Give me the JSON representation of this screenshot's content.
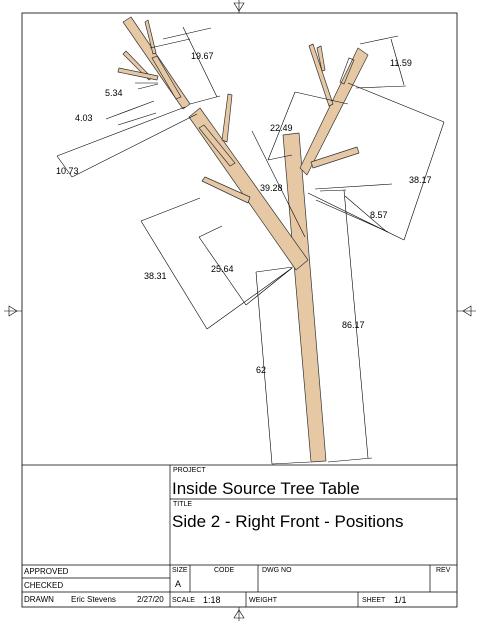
{
  "dimensions": {
    "d1": "19.67",
    "d2": "5.34",
    "d3": "4.03",
    "d4": "10.73",
    "d5": "11.59",
    "d6": "22.49",
    "d7": "39.28",
    "d8": "38.17",
    "d9": "8.57",
    "d10": "38.31",
    "d11": "25.64",
    "d12": "86.17",
    "d13": "62"
  },
  "title_block": {
    "project_label": "PROJECT",
    "project": "Inside Source Tree Table",
    "title_label": "TITLE",
    "title": "Side 2 - Right Front - Positions",
    "approved_label": "APPROVED",
    "checked_label": "CHECKED",
    "drawn_label": "DRAWN",
    "drawn_by": "Eric Stevens",
    "drawn_date": "2/27/20",
    "size_label": "SIZE",
    "size": "A",
    "code_label": "CODE",
    "dwg_label": "DWG NO",
    "rev_label": "REV",
    "scale_label": "SCALE",
    "scale": "1:18",
    "weight_label": "WEIGHT",
    "sheet_label": "SHEET",
    "sheet": "1/1"
  },
  "colors": {
    "wood": "#e6c9a4",
    "wood_stroke": "#333333"
  }
}
